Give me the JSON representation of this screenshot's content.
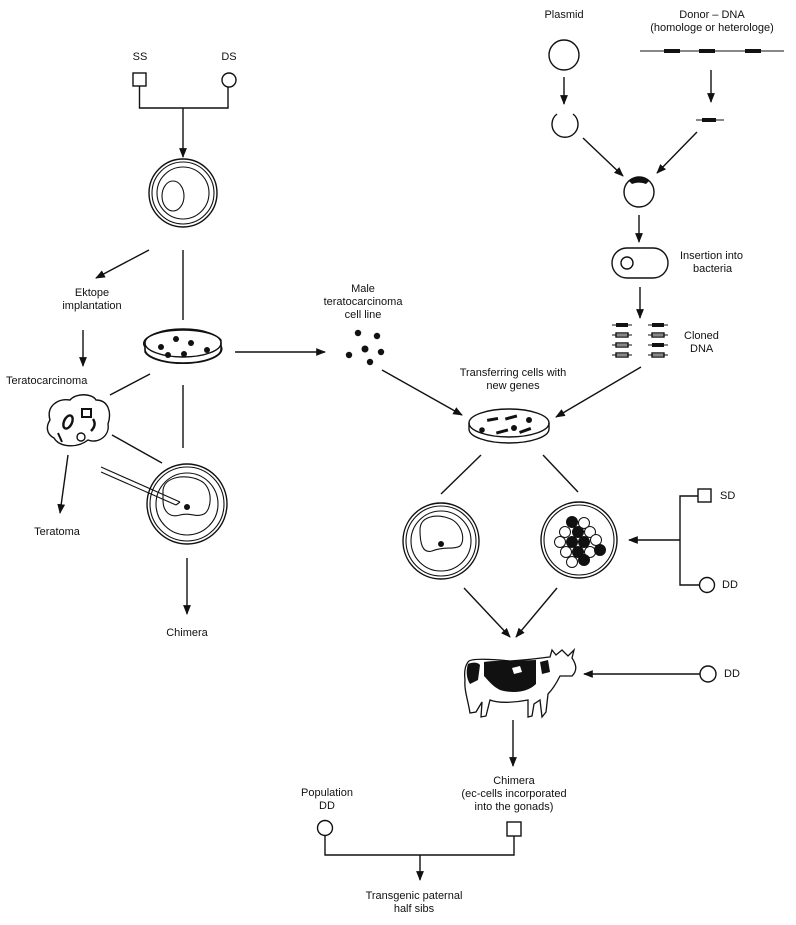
{
  "diagram": {
    "type": "flowchart",
    "title": "Production of transgenic animals via teratocarcinoma cell line chimeras",
    "labels": {
      "ss": "SS",
      "ds": "DS",
      "plasmid": "Plasmid",
      "donor_dna_line1": "Donor – DNA",
      "donor_dna_line2": "(homologe or heterologe)",
      "insertion_line1": "Insertion into",
      "insertion_line2": "bacteria",
      "cloned_line1": "Cloned",
      "cloned_line2": "DNA",
      "ektope_line1": "Ektope",
      "ektope_line2": "implantation",
      "male_line1": "Male",
      "male_line2": "teratocarcinoma",
      "male_line3": "cell line",
      "teratocarcinoma": "Teratocarcinoma",
      "transferring_line1": "Transferring cells with",
      "transferring_line2": "new genes",
      "teratoma": "Teratoma",
      "chimera": "Chimera",
      "sd": "SD",
      "dd_right": "DD",
      "dd_cow": "DD",
      "population_line1": "Population",
      "population_line2": "DD",
      "chimera2_line1": "Chimera",
      "chimera2_line2": "(ec-cells incorporated",
      "chimera2_line3": "into the gonads)",
      "result_line1": "Transgenic paternal",
      "result_line2": "half sibs"
    },
    "nodes": [
      {
        "id": "ss",
        "shape": "square",
        "label": "SS"
      },
      {
        "id": "ds",
        "shape": "circle",
        "label": "DS"
      },
      {
        "id": "blastocyst",
        "shape": "embryo"
      },
      {
        "id": "culture-dish",
        "shape": "petri-dish"
      },
      {
        "id": "teratocarcinoma",
        "shape": "tumor"
      },
      {
        "id": "injected-blastocyst",
        "shape": "embryo"
      },
      {
        "id": "plasmid",
        "shape": "circle"
      },
      {
        "id": "donor-dna",
        "shape": "dna-strand"
      },
      {
        "id": "recombinant-plasmid",
        "shape": "circle"
      },
      {
        "id": "bacterium",
        "shape": "capsule"
      },
      {
        "id": "cloned-dna",
        "shape": "dna-fragments"
      },
      {
        "id": "cell-line",
        "shape": "cells"
      },
      {
        "id": "transfer-dish",
        "shape": "petri-dish"
      },
      {
        "id": "embryo-left",
        "shape": "embryo"
      },
      {
        "id": "morula-right",
        "shape": "morula"
      },
      {
        "id": "sd",
        "shape": "square",
        "label": "SD"
      },
      {
        "id": "dd",
        "shape": "circle",
        "label": "DD"
      },
      {
        "id": "cow",
        "shape": "cow"
      },
      {
        "id": "population-dd",
        "shape": "circle"
      },
      {
        "id": "chimera-bull",
        "shape": "square"
      }
    ]
  }
}
